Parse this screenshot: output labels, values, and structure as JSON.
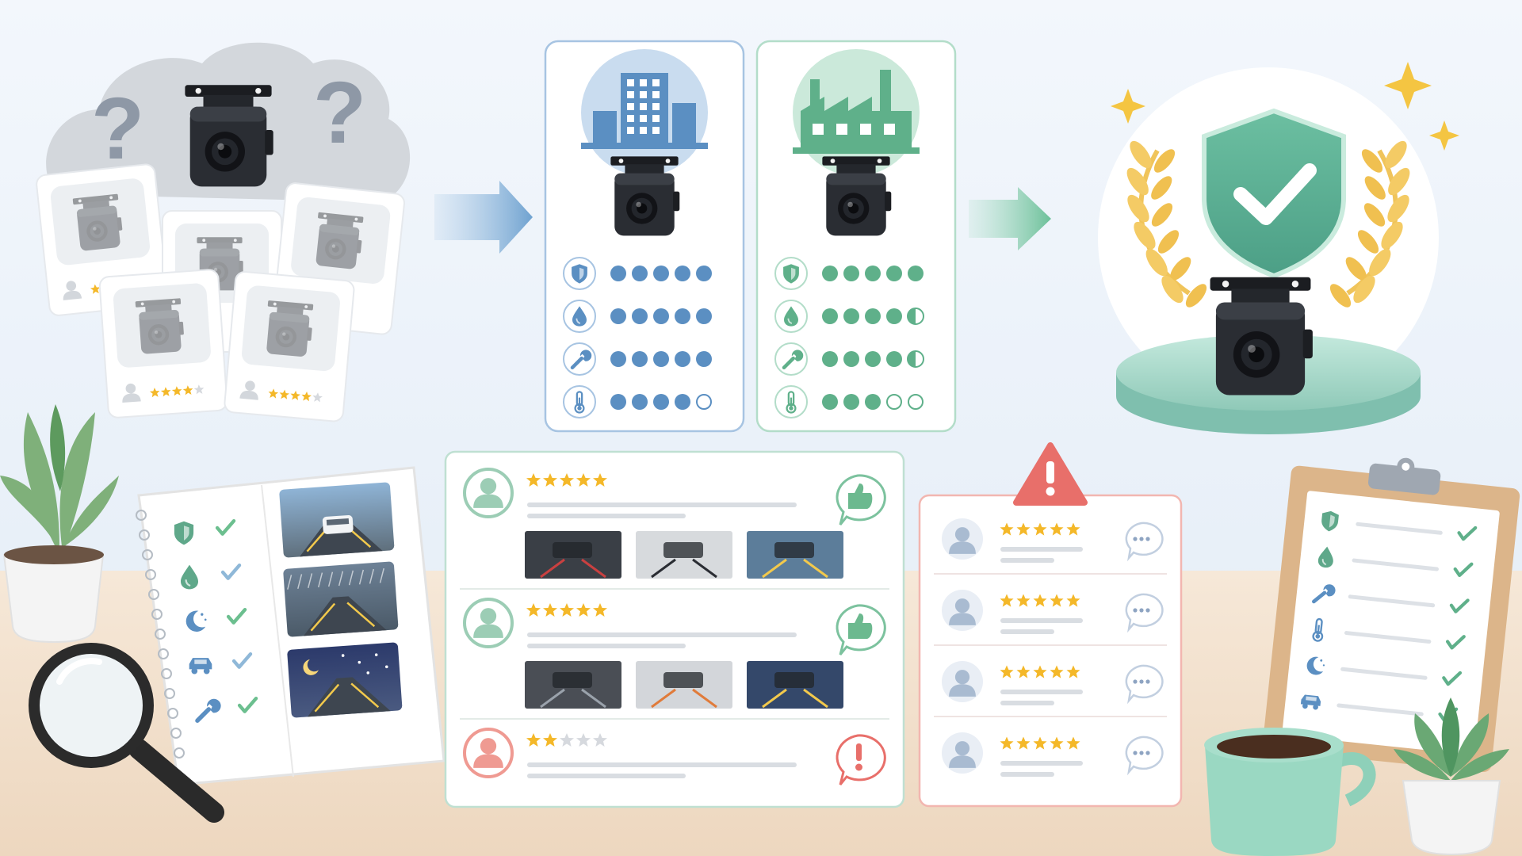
{
  "colors": {
    "sky": "#edf3fa",
    "desk": "#f3e3d0",
    "blue_accent": "#5b8fc2",
    "green_accent": "#5fb08a",
    "star": "#f4b829",
    "alert": "#e86f6a",
    "camera": "#202328"
  },
  "icons": {
    "attributes": [
      "shield-icon",
      "water-drop-icon",
      "wrench-icon",
      "thermometer-icon"
    ],
    "notebook": [
      "shield-icon",
      "water-drop-icon",
      "moon-icon",
      "car-icon",
      "wrench-icon"
    ],
    "clipboard": [
      "shield-icon",
      "water-drop-icon",
      "wrench-icon",
      "thermometer-icon",
      "moon-icon",
      "car-icon"
    ]
  },
  "confusion": {
    "thumbnail_stars": [
      2,
      0,
      0,
      4,
      4
    ]
  },
  "comparison": {
    "panels": [
      {
        "id": "city",
        "scene": "office-building-icon",
        "ratings": [
          5,
          5,
          5,
          4
        ]
      },
      {
        "id": "factory",
        "scene": "factory-icon",
        "ratings": [
          5,
          4.5,
          4.5,
          3
        ]
      }
    ]
  },
  "reviews": {
    "main": [
      {
        "sentiment": "positive",
        "stars": 5,
        "reaction": "thumbs-up-icon",
        "photos": [
          "bumper-mounted-camera",
          "camera-closeup",
          "parking-guide-view"
        ]
      },
      {
        "sentiment": "positive",
        "stars": 5,
        "reaction": "thumbs-up-icon",
        "photos": [
          "car-interior",
          "camera-under-trunk",
          "night-parking-view"
        ]
      },
      {
        "sentiment": "negative",
        "stars": 2,
        "reaction": "exclamation-icon",
        "photos": []
      }
    ],
    "suspicious": [
      {
        "stars": 5
      },
      {
        "stars": 5
      },
      {
        "stars": 5
      },
      {
        "stars": 5
      }
    ]
  },
  "checklist": {
    "checked": [
      true,
      true,
      true,
      true,
      true,
      true
    ]
  }
}
